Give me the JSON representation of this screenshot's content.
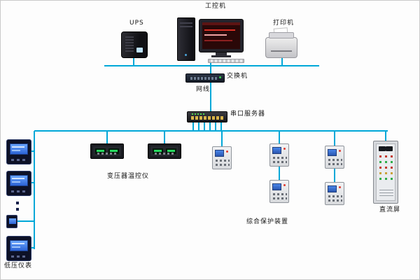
{
  "diagram": {
    "labels": {
      "industrial_pc": "工控机",
      "ups": "UPS",
      "printer": "打印机",
      "switch": "交换机",
      "network_cable": "网线",
      "serial_server": "串口服务器",
      "transformer_temp_controller": "变压器温控仪",
      "integrated_protection_device": "综合保护装置",
      "dc_panel": "直流屏",
      "low_voltage_meter": "低压仪表"
    },
    "colors": {
      "connection_line": "#00a8d8",
      "meter_screen": "#4a86e8",
      "temp_display": "#27d95f",
      "pc_screen": "#2a0808"
    },
    "device_counts": {
      "transformer_temp_controllers": 2,
      "protection_devices": 5,
      "low_voltage_meters": 4
    }
  }
}
